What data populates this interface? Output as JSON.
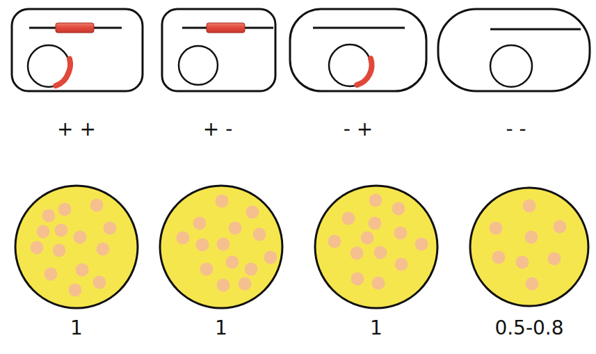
{
  "diagram": {
    "labels": [
      "+ +",
      "+ -",
      "- +",
      "- -",
      "1",
      "1",
      "1",
      "0.5-0.8"
    ]
  }
}
